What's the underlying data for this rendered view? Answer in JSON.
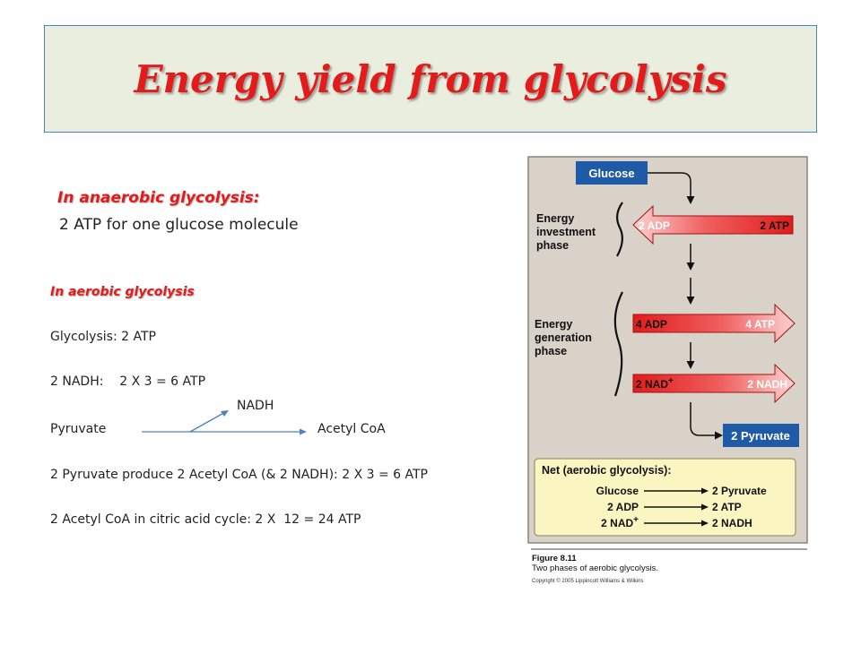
{
  "title": "Energy yield from glycolysis",
  "anaerobic": {
    "heading": "In anaerobic glycolysis:",
    "text": "2 ATP for one glucose molecule"
  },
  "aerobic": {
    "heading": "In aerobic glycolysis",
    "lines": [
      "Glycolysis: 2 ATP",
      "2 NADH:    2 X 3 = 6 ATP",
      "NADH",
      "Pyruvate",
      "Acetyl CoA",
      "2 Pyruvate produce 2 Acetyl CoA (& 2 NADH): 2 X 3 = 6 ATP",
      "2 Acetyl CoA in citric acid cycle: 2 X  12 = 24 ATP"
    ]
  },
  "figure": {
    "glucose": "Glucose",
    "investment_phase": [
      "Energy",
      "investment",
      "phase"
    ],
    "generation_phase": [
      "Energy",
      "generation",
      "phase"
    ],
    "arrow1": {
      "left": "2 ADP",
      "right": "2 ATP"
    },
    "arrow2": {
      "left": "4 ADP",
      "right": "4 ATP"
    },
    "arrow3": {
      "left": "2 NAD",
      "sup": "+",
      "right": "2 NADH"
    },
    "pyruvate": "2 Pyruvate",
    "net": {
      "title": "Net (aerobic glycolysis):",
      "rows": [
        {
          "left": "Glucose",
          "right": "2 Pyruvate"
        },
        {
          "left": "2 ADP",
          "right": "2 ATP"
        },
        {
          "left": "2 NAD",
          "sup": "+",
          "right": "2 NADH"
        }
      ]
    },
    "caption_title": "Figure 8.11",
    "caption": "Two phases of aerobic glycolysis.",
    "copyright": "Copyright © 2005 Lippincott Williams & Wilkins"
  },
  "colors": {
    "title_red": "#e31b1b",
    "title_bg": "#e9eedf",
    "figure_bg": "#d8d2c8",
    "box_blue": "#1f5aa6",
    "net_bg": "#fbf6c1"
  }
}
